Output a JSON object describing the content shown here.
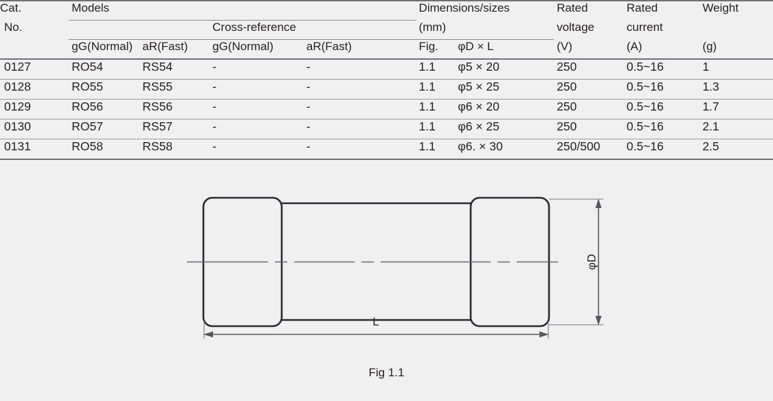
{
  "table": {
    "header": {
      "cat_line1": "Cat.",
      "cat_line2": "No.",
      "models_group": "Models",
      "cross_reference_group": "Cross-reference",
      "dimensions_group_line1": "Dimensions/sizes",
      "dimensions_group_line2": "(mm)",
      "rated_voltage_line1": "Rated",
      "rated_voltage_line2": "voltage",
      "rated_voltage_unit": "(V)",
      "rated_current_line1": "Rated",
      "rated_current_line2": "current",
      "rated_current_unit": "(A)",
      "weight_line1": "Weight",
      "weight_unit": "(g)",
      "sub_gg": "gG(Normal)",
      "sub_ar": "aR(Fast)",
      "sub_xref_gg": "gG(Normal)",
      "sub_xref_ar": "aR(Fast)",
      "sub_fig": "Fig.",
      "sub_dim": "φD × L"
    },
    "rows": [
      {
        "cat_no": "0127",
        "model_gg": "RO54",
        "model_ar": "RS54",
        "xref_gg": "-",
        "xref_ar": "-",
        "fig": "1.1",
        "dim": "φ5 × 20",
        "voltage": "250",
        "current": "0.5~16",
        "weight": "1"
      },
      {
        "cat_no": "0128",
        "model_gg": "RO55",
        "model_ar": "RS55",
        "xref_gg": "-",
        "xref_ar": "-",
        "fig": "1.1",
        "dim": "φ5 × 25",
        "voltage": "250",
        "current": "0.5~16",
        "weight": "1.3"
      },
      {
        "cat_no": "0129",
        "model_gg": "RO56",
        "model_ar": "RS56",
        "xref_gg": "-",
        "xref_ar": "-",
        "fig": "1.1",
        "dim": "φ6 × 20",
        "voltage": "250",
        "current": "0.5~16",
        "weight": "1.7"
      },
      {
        "cat_no": "0130",
        "model_gg": "RO57",
        "model_ar": "RS57",
        "xref_gg": "-",
        "xref_ar": "-",
        "fig": "1.1",
        "dim": "φ6 × 25",
        "voltage": "250",
        "current": "0.5~16",
        "weight": "2.1"
      },
      {
        "cat_no": "0131",
        "model_gg": "RO58",
        "model_ar": "RS58",
        "xref_gg": "-",
        "xref_ar": "-",
        "fig": "1.1",
        "dim": "φ6. × 30",
        "voltage": "250/500",
        "current": "0.5~16",
        "weight": "2.5"
      }
    ]
  },
  "figure": {
    "caption": "Fig 1.1",
    "length_label": "L",
    "diameter_label": "φD",
    "line_color": "#2a2a2e",
    "dim_line_color": "#58585c"
  }
}
